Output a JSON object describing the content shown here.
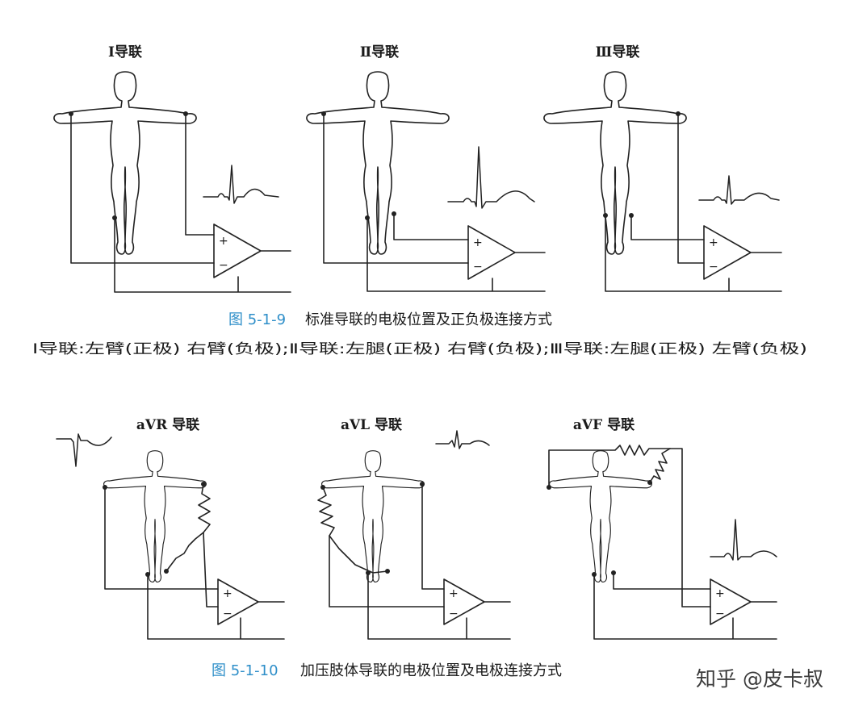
{
  "figure_1": {
    "number": "图 5-1-9",
    "caption": "标准导联的电极位置及正负极连接方式",
    "description": "Ⅰ导联:左臂(正极) 右臂(负极);Ⅱ导联:左腿(正极) 右臂(负极);Ⅲ导联:左腿(正极) 左臂(负极)",
    "leads": [
      {
        "title": "Ⅰ导联"
      },
      {
        "title": "Ⅱ导联"
      },
      {
        "title": "Ⅲ导联"
      }
    ]
  },
  "figure_2": {
    "number": "图 5-1-10",
    "caption": "加压肢体导联的电极位置及电极连接方式",
    "leads": [
      {
        "title": "aVR 导联"
      },
      {
        "title": "aVL 导联"
      },
      {
        "title": "aVF 导联"
      }
    ]
  },
  "amplifier": {
    "plus": "+",
    "minus": "−"
  },
  "watermark": "知乎 @皮卡叔",
  "colors": {
    "caption_number": "#2f8fc9",
    "line": "#222222",
    "text": "#1a1a1a"
  }
}
